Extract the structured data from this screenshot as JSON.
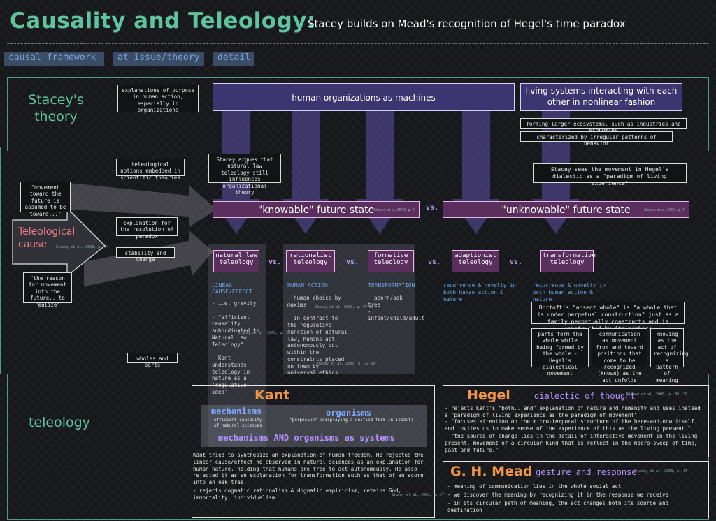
{
  "header": {
    "title": "Causality and Teleology:",
    "subtitle": "Stacey builds on Mead's recognition of Hegel's time paradox",
    "tabs": [
      "causal framework",
      "at issue/theory",
      "detail"
    ]
  },
  "labels": {
    "staceys_theory": "Stacey's theory",
    "teleology": "teleology"
  },
  "top": {
    "machines": "human organizations as machines",
    "living_systems": "living systems interacting with each other in nonlinear fashion",
    "larger_ecosystems": "forming larger ecosystems, such as industries and economies",
    "irregular_patterns": "characterized by irregular patterns of behavior",
    "explanations_purpose": "explanations of purpose in human action, especially in organizations",
    "notions_scientific": "teleological notions embedded in scientific theories",
    "stacey_argues": "Stacey argues that natural law teleology still influences organizational theory",
    "stacey_sees": "Stacey sees the movement in Hegel's dialectic as a \"paradigm of living experience\""
  },
  "left": {
    "movement_toward": "\"movement toward the future is assumed to be toward...\"",
    "teleological_cause": "Teleological cause",
    "teleological_cite": "Stacey et al, 2000, p. 14",
    "reason_for": "\"the reason for movement into the future...to realize\"",
    "explanation_resolution": "explanation for the resolution of paradox",
    "stability_change": "stability and change",
    "wholes_parts": "wholes and parts"
  },
  "states": {
    "knowable": "\"knowable\" future state",
    "knowable_cite": "Stacey et al, 2000, p. 4",
    "vs": "vs.",
    "unknowable": "\"unknowable\" future state",
    "unknowable_cite": "Stacey et al, 2000, p. 4"
  },
  "teleologies": [
    {
      "title": "natural law teleology",
      "head": "LINEAR CAUSE/EFFECT",
      "body": "- i.e. gravity\n\n- \"efficient causality subordinated to Natural Law Teleology\"\n\n- Kant understands teleology in nature as a 'regulative idea'",
      "cite": "Stacey et al, 2000, p. 26"
    },
    {
      "title": "rationalist teleology",
      "head": "HUMAN ACTION",
      "body": "- human choice by maxims\n\n- in contrast to the regulative function of natural law, humans act autonomously but within the constraints placed on them by universal ethics",
      "cite": "Stacey et al, 2000, p. 27-28"
    },
    {
      "title": "formative teleology",
      "head": "TRANSFORMATION",
      "body": "- acorn/oak tree\n- infant/child/adult",
      "cite": ""
    },
    {
      "title": "adaptionist teleology",
      "head": "",
      "body": "recurrence & novelty in both human action & nature",
      "cite": ""
    },
    {
      "title": "transformative teleology",
      "head": "",
      "body": "recurrence & novelty in both human action & nature",
      "cite": ""
    }
  ],
  "rationalist_cite2": "Stacey et al, 2000, p. 29-30",
  "bortoft": "Bortoft's \"absent whole\" is \"a whole that is under perpetual construction\" just as a family perpetually constructs and is constructed by its members",
  "bortoft_boxes": [
    "parts form the whole while being formed by the whole - Hegel's dialectical movement",
    "communication as movement from and toward positions that come to be recognized (known) as the act unfolds",
    "knowing as the act of recognizing a pattern of meaning"
  ],
  "kant": {
    "title": "Kant",
    "mechanisms": "mechanisms",
    "mechanisms_sub": "efficient causality of natural sciences",
    "organisms": "organisms",
    "organisms_sub": "\"purposive\" (displaying a unified form in itself)",
    "both": "mechanisms AND organisms as systems",
    "text": "Kant tried to synthesize an explanation of human freedom. He rejected the linear cause/effect he observed in natural sciences as an explanation for human nature, holding that humans are free to act autonomously. He also rejected it as an explanation for transformation such as that of an acorn into an oak tree.",
    "bullet": "- rejects dogmatic rationalism & dogmatic empiricism; retains God, immortality, individualism",
    "cite": "Stacey et al, 2000, p. 27"
  },
  "hegel": {
    "title": "Hegel",
    "subtitle": "dialectic of thought",
    "cite": "Stacey et al, 2000, p. 30, 36",
    "bullets": [
      "- rejects Kant's \"both...and\" explanation of nature and humanity and uses instead a \"paradigm of living experience as the paradigm of movement\"",
      "- \"focuses attention on the micro-temporal structure of the here-and-now itself... and invites us to make sense of the experience of this as the living present.\"",
      "- \"the source of change lies in the detail of interactive movement in the living present, movement of a circular kind that is reflect in the macro-sweep of time, past and future.\""
    ]
  },
  "mead": {
    "title": "G. H. Mead",
    "subtitle": "gesture and response",
    "cite": "Stacey et al, 2000, p. 35",
    "bullets": [
      "- meaning of communication lies in the whole social act",
      "- we discover the meaning by recognizing it in the response we receive",
      "- in its circular path of meaning, the act changes both its source and destination"
    ]
  },
  "colors": {
    "accent_green": "#5fc3a0",
    "orange": "#f0944a",
    "purple": "#b692ff",
    "box_purple": "#3d3570",
    "box_magenta": "#5a2f5e"
  }
}
